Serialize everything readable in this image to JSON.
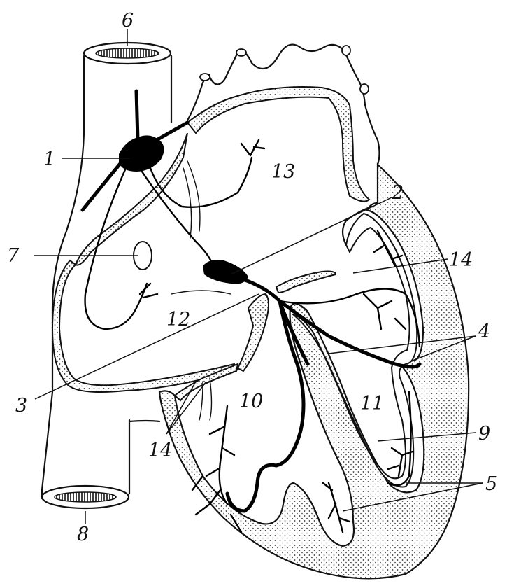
{
  "labels": {
    "l1": "1",
    "l2": "2",
    "l3": "3",
    "l4": "4",
    "l5": "5",
    "l6": "6",
    "l7": "7",
    "l8": "8",
    "l9": "9",
    "l10": "10",
    "l11": "11",
    "l12": "12",
    "l13": "13",
    "l14a": "14",
    "l14b": "14"
  },
  "colors": {
    "ink": "#111111",
    "stipple": "#cfcfcf",
    "paper": "#ffffff"
  }
}
